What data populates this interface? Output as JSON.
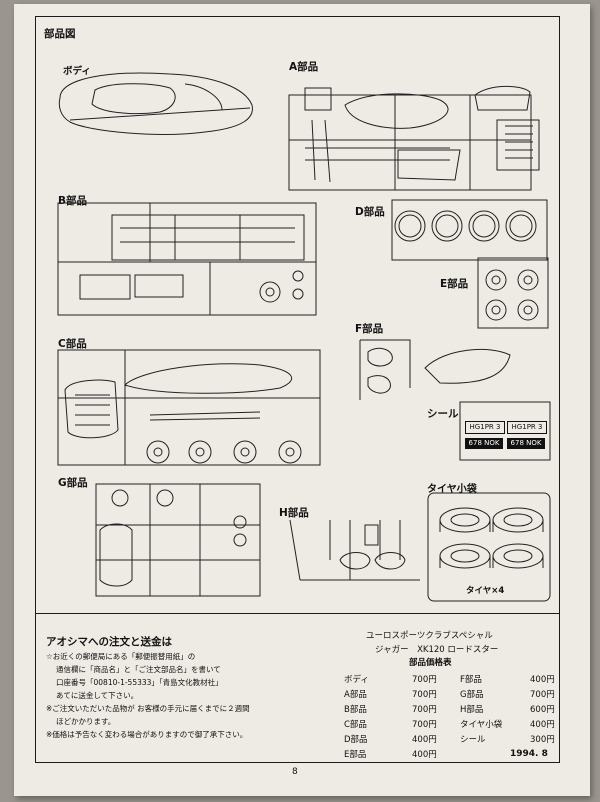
{
  "frame_title": "部品図",
  "sections": {
    "body": "ボディ",
    "a": "A部品",
    "b": "B部品",
    "c": "C部品",
    "d": "D部品",
    "e": "E部品",
    "f": "F部品",
    "g": "G部品",
    "h": "H部品",
    "seal": "シール",
    "tire_bag": "タイヤ小袋",
    "tire_count": "タイヤ×4"
  },
  "seal_plates": {
    "plate1": "HG1PR 3",
    "plate2": "HG1PR 3",
    "plate3": "678 NOK",
    "plate4": "678 NOK"
  },
  "order": {
    "title": "アオシマへの注文と送金は",
    "lines": [
      "☆お近くの郵便局にある「郵便振替用紙」の",
      "通信欄に「商品名」と「ご注文部品名」を書いて",
      "口座番号「00810-1-55333」「青島文化教材社」",
      "あてに送金して下さい。",
      "※ご注文いただいた品物が お客様の手元に届くまでに２週間",
      "ほどかかります。",
      "※価格は予告なく変わる場合がありますので御了承下さい。"
    ]
  },
  "price_table": {
    "title1": "ユーロスポーツクラブスペシャル",
    "title2": "ジャガー　XK120 ロードスター",
    "title3": "部品価格表",
    "left": [
      {
        "name": "ボディ",
        "price": "700円"
      },
      {
        "name": "A部品",
        "price": "700円"
      },
      {
        "name": "B部品",
        "price": "700円"
      },
      {
        "name": "C部品",
        "price": "700円"
      },
      {
        "name": "D部品",
        "price": "400円"
      },
      {
        "name": "E部品",
        "price": "400円"
      }
    ],
    "right": [
      {
        "name": "F部品",
        "price": "400円"
      },
      {
        "name": "G部品",
        "price": "700円"
      },
      {
        "name": "H部品",
        "price": "600円"
      },
      {
        "name": "タイヤ小袋",
        "price": "400円"
      },
      {
        "name": "シール",
        "price": "300円"
      }
    ],
    "date": "1994. 8"
  },
  "page_number": "8"
}
